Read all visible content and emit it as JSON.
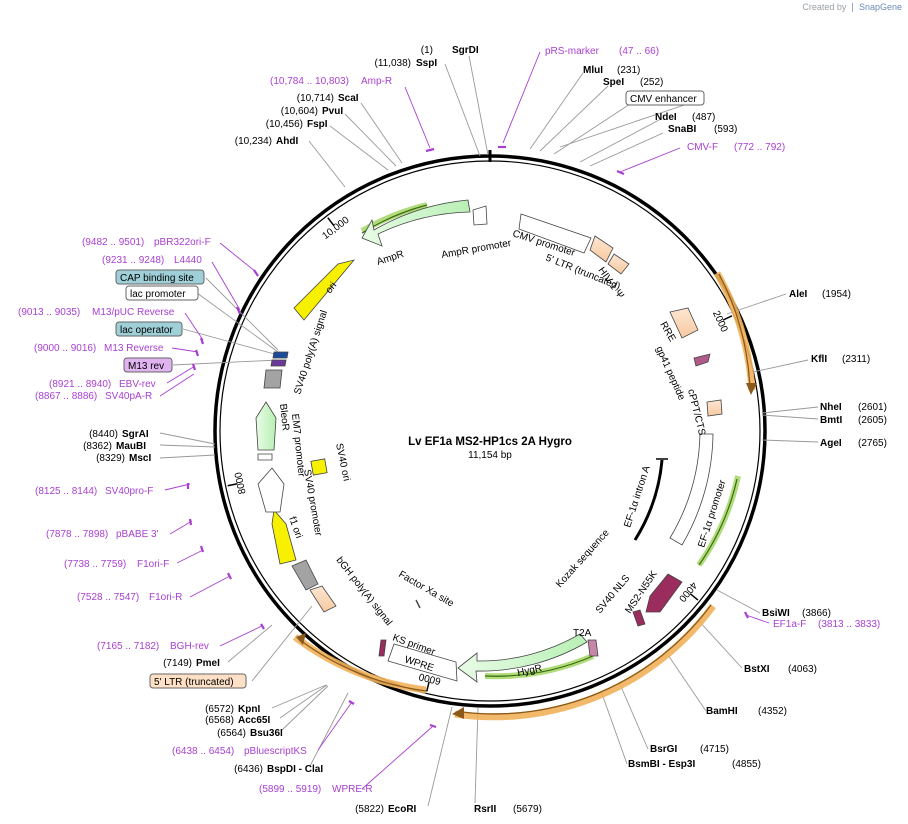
{
  "header": {
    "created_by": "Created by",
    "brand": "SnapGene"
  },
  "map": {
    "name": "Lv EF1a MS2-HP1cs 2A Hygro",
    "length_label": "11,154 bp",
    "total_bp": 11154
  },
  "colors": {
    "primer": "#a93fd1",
    "enzyme": "#000000",
    "line": "#888888",
    "backbone": "#000000"
  },
  "tick_labels": [
    {
      "bp": 2000,
      "label": "2000"
    },
    {
      "bp": 4000,
      "label": "4000"
    },
    {
      "bp": 6000,
      "label": "6000"
    },
    {
      "bp": 8000,
      "label": "8000"
    },
    {
      "bp": 10000,
      "label": "10,000"
    }
  ],
  "enzymes": [
    {
      "pos": "(1)",
      "name": "SgrDI"
    },
    {
      "pos": "(11,038)",
      "name": "SspI"
    },
    {
      "pos": "(10,714)",
      "name": "ScaI"
    },
    {
      "pos": "(10,604)",
      "name": "PvuI"
    },
    {
      "pos": "(10,456)",
      "name": "FspI"
    },
    {
      "pos": "(10,234)",
      "name": "AhdI"
    },
    {
      "pos": "(231)",
      "name": "MluI"
    },
    {
      "pos": "(252)",
      "name": "SpeI"
    },
    {
      "pos": "(487)",
      "name": "NdeI"
    },
    {
      "pos": "(593)",
      "name": "SnaBI"
    },
    {
      "pos": "(1954)",
      "name": "AleI"
    },
    {
      "pos": "(2311)",
      "name": "KflI"
    },
    {
      "pos": "(2601)",
      "name": "NheI"
    },
    {
      "pos": "(2605)",
      "name": "BmtI"
    },
    {
      "pos": "(2765)",
      "name": "AgeI"
    },
    {
      "pos": "(3866)",
      "name": "BsiWI"
    },
    {
      "pos": "(4063)",
      "name": "BstXI"
    },
    {
      "pos": "(4352)",
      "name": "BamHI"
    },
    {
      "pos": "(4715)",
      "name": "BsrGI"
    },
    {
      "pos": "(4855)",
      "name": "BsmBI - Esp3I"
    },
    {
      "pos": "(5679)",
      "name": "RsrII"
    },
    {
      "pos": "(5822)",
      "name": "EcoRI"
    },
    {
      "pos": "(6436)",
      "name": "BspDI - ClaI"
    },
    {
      "pos": "(6564)",
      "name": "Bsu36I"
    },
    {
      "pos": "(6568)",
      "name": "Acc65I"
    },
    {
      "pos": "(6572)",
      "name": "KpnI"
    },
    {
      "pos": "(7149)",
      "name": "PmeI"
    },
    {
      "pos": "(8329)",
      "name": "MscI"
    },
    {
      "pos": "(8362)",
      "name": "MauBI"
    },
    {
      "pos": "(8440)",
      "name": "SgrAI"
    }
  ],
  "primers": [
    {
      "name": "pRS-marker",
      "range": "(47 .. 66)"
    },
    {
      "name": "Amp-R",
      "range": "(10,784 .. 10,803)"
    },
    {
      "name": "CMV-F",
      "range": "(772 .. 792)"
    },
    {
      "name": "pBR322ori-F",
      "range": "(9482 .. 9501)"
    },
    {
      "name": "L4440",
      "range": "(9231 .. 9248)"
    },
    {
      "name": "M13/pUC Reverse",
      "range": "(9013 .. 9035)"
    },
    {
      "name": "M13 Reverse",
      "range": "(9000 .. 9016)"
    },
    {
      "name": "EBV-rev",
      "range": "(8921 .. 8940)"
    },
    {
      "name": "SV40pA-R",
      "range": "(8867 .. 8886)"
    },
    {
      "name": "SV40pro-F",
      "range": "(8125 .. 8144)"
    },
    {
      "name": "pBABE 3'",
      "range": "(7878 .. 7898)"
    },
    {
      "name": "F1ori-F",
      "range": "(7738 .. 7759)"
    },
    {
      "name": "F1ori-R",
      "range": "(7528 .. 7547)"
    },
    {
      "name": "BGH-rev",
      "range": "(7165 .. 7182)"
    },
    {
      "name": "pBluescriptKS",
      "range": "(6438 .. 6454)"
    },
    {
      "name": "WPRE-R",
      "range": "(5899 .. 5919)"
    },
    {
      "name": "EF1a-F",
      "range": "(3813 .. 3833)"
    }
  ],
  "boxed_labels": [
    {
      "name": "CMV enhancer"
    },
    {
      "name": "CAP binding site"
    },
    {
      "name": "lac promoter"
    },
    {
      "name": "lac operator"
    },
    {
      "name": "M13 rev"
    },
    {
      "name": "5' LTR (truncated)"
    }
  ],
  "feature_labels": [
    {
      "name": "AmpR"
    },
    {
      "name": "AmpR promoter"
    },
    {
      "name": "ori"
    },
    {
      "name": "SV40 poly(A) signal"
    },
    {
      "name": "CMV promoter"
    },
    {
      "name": "5' LTR (truncated)"
    },
    {
      "name": "HIV-1 Ψ"
    },
    {
      "name": "RRE"
    },
    {
      "name": "gp41 peptide"
    },
    {
      "name": "cPPT/CTS"
    },
    {
      "name": "EF-1α promoter"
    },
    {
      "name": "EF-1α intron A"
    },
    {
      "name": "Kozak sequence"
    },
    {
      "name": "MS2-N55K"
    },
    {
      "name": "SV40 NLS"
    },
    {
      "name": "T2A"
    },
    {
      "name": "HygR"
    },
    {
      "name": "WPRE"
    },
    {
      "name": "KS primer"
    },
    {
      "name": "Factor Xa site"
    },
    {
      "name": "bGH poly(A) signal"
    },
    {
      "name": "f1 ori"
    },
    {
      "name": "SV40 promoter"
    },
    {
      "name": "EM7 promoter"
    },
    {
      "name": "BleoR"
    },
    {
      "name": "SV40 ori"
    }
  ]
}
